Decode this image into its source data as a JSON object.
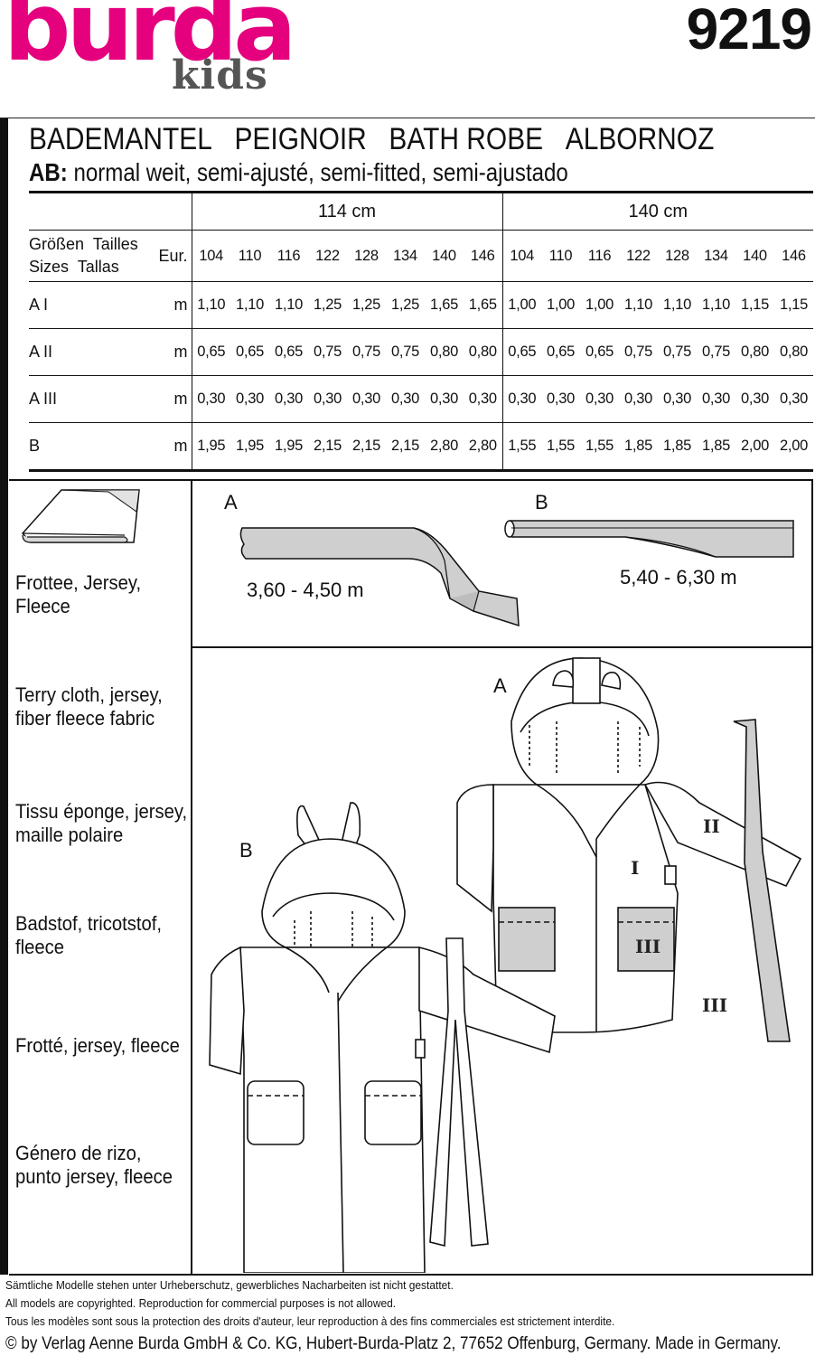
{
  "header": {
    "brand": "burda",
    "sub_brand": "kids",
    "pattern_number": "9219",
    "brand_color": "#e5007e"
  },
  "title": {
    "names": [
      "BADEMANTEL",
      "PEIGNOIR",
      "BATH ROBE",
      "ALBORNOZ"
    ],
    "fit_label": "AB:",
    "fit_text": " normal weit, semi-ajusté, semi-fitted, semi-ajustado"
  },
  "table": {
    "widths": [
      "114 cm",
      "140 cm"
    ],
    "size_label_line1": "Größen  Tailles",
    "size_label_line2": "Sizes  Tallas",
    "eur_label": "Eur.",
    "sizes": [
      "104",
      "110",
      "116",
      "122",
      "128",
      "134",
      "140",
      "146",
      "104",
      "110",
      "116",
      "122",
      "128",
      "134",
      "140",
      "146"
    ],
    "rows": [
      {
        "label": "A I",
        "unit": "m",
        "values": [
          "1,10",
          "1,10",
          "1,10",
          "1,25",
          "1,25",
          "1,25",
          "1,65",
          "1,65",
          "1,00",
          "1,00",
          "1,00",
          "1,10",
          "1,10",
          "1,10",
          "1,15",
          "1,15"
        ]
      },
      {
        "label": "A II",
        "unit": "m",
        "values": [
          "0,65",
          "0,65",
          "0,65",
          "0,75",
          "0,75",
          "0,75",
          "0,80",
          "0,80",
          "0,65",
          "0,65",
          "0,65",
          "0,75",
          "0,75",
          "0,75",
          "0,80",
          "0,80"
        ]
      },
      {
        "label": "A III",
        "unit": "m",
        "values": [
          "0,30",
          "0,30",
          "0,30",
          "0,30",
          "0,30",
          "0,30",
          "0,30",
          "0,30",
          "0,30",
          "0,30",
          "0,30",
          "0,30",
          "0,30",
          "0,30",
          "0,30",
          "0,30"
        ]
      },
      {
        "label": "B",
        "unit": "m",
        "values": [
          "1,95",
          "1,95",
          "1,95",
          "2,15",
          "2,15",
          "2,15",
          "2,80",
          "2,80",
          "1,55",
          "1,55",
          "1,55",
          "1,85",
          "1,85",
          "1,85",
          "2,00",
          "2,00"
        ]
      }
    ]
  },
  "fabrics": [
    "Frottee, Jersey,\nFleece",
    "Terry cloth, jersey,\nfiber fleece fabric",
    "Tissu éponge, jersey,\nmaille polaire",
    "Badstof, tricotstof,\nfleece",
    "Frotté, jersey, fleece",
    "Género de rizo,\npunto jersey, fleece"
  ],
  "notions": {
    "a_label": "A",
    "a_length": "3,60 - 4,50 m",
    "b_label": "B",
    "b_length": "5,40 - 6,30 m"
  },
  "illustration": {
    "a_label": "A",
    "b_label": "B",
    "part_i": "I",
    "part_ii": "II",
    "part_iii": "III",
    "part_iii_belt": "III"
  },
  "footer": {
    "line1": "Sämtliche Modelle stehen unter Urheberschutz, gewerbliches Nacharbeiten ist nicht gestattet.",
    "line2": "All models are copyrighted. Reproduction for commercial purposes is not allowed.",
    "line3": "Tous les modèles sont sous la protection des droits d'auteur, leur reproduction à des fins commerciales est strictement interdite.",
    "copyright": "© by Verlag Aenne Burda GmbH & Co. KG, Hubert-Burda-Platz 2, 77652 Offenburg, Germany. Made in Germany."
  }
}
